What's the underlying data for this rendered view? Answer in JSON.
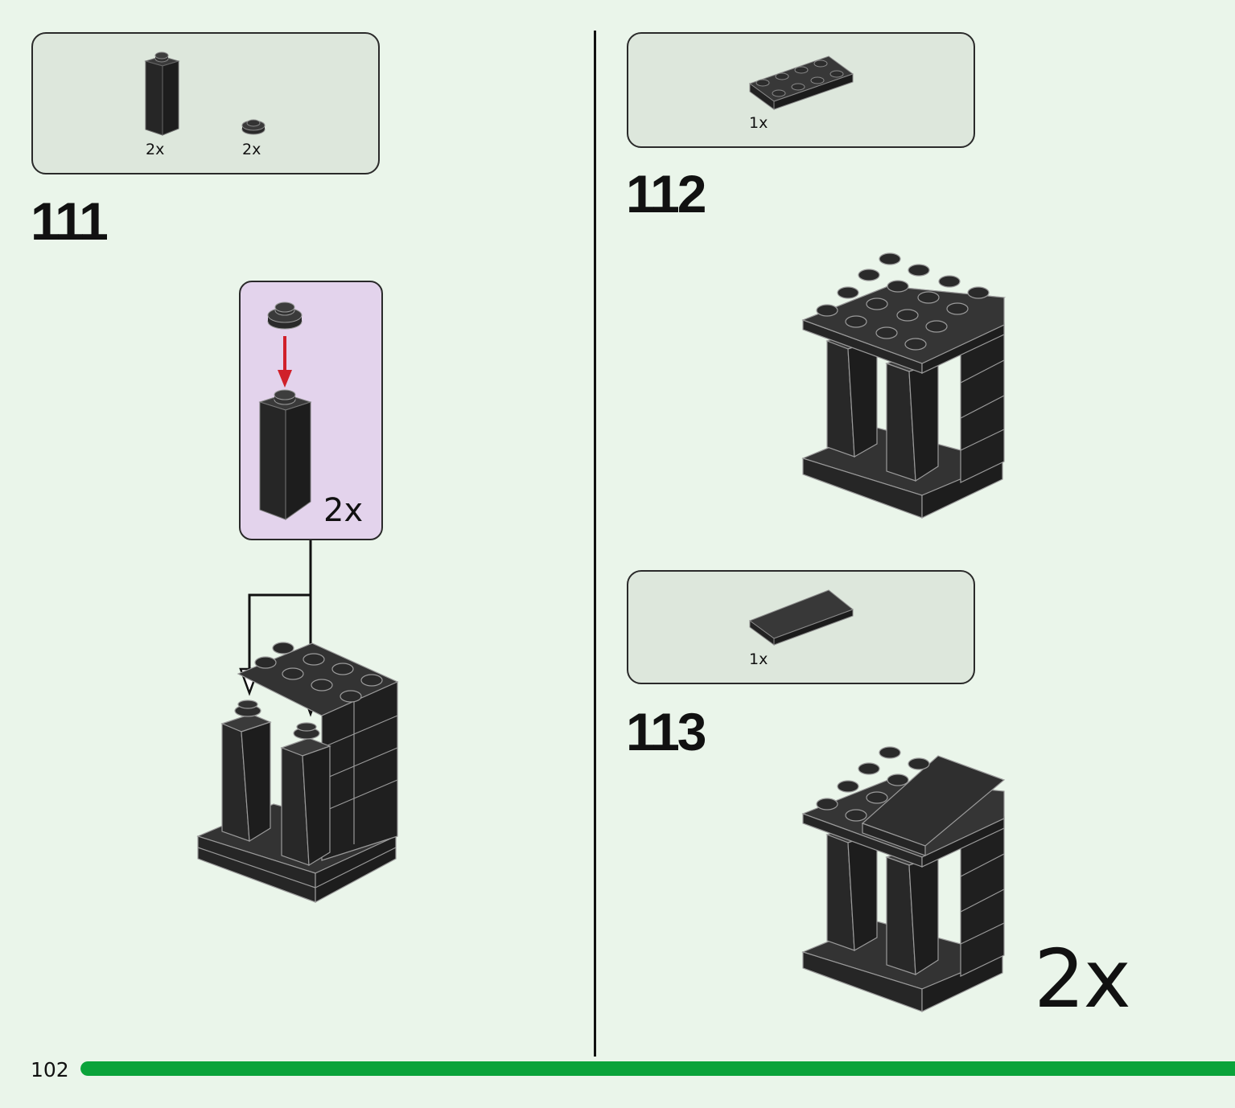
{
  "page_number": "102",
  "progress": {
    "fraction": 1.0,
    "color": "#0aa33a"
  },
  "colors": {
    "background": "#eaf5ea",
    "parts_panel": "#dde7dc",
    "subassembly_panel": "#e3d3ec",
    "brick": "#2b2b2b",
    "arrow_red": "#d0202a"
  },
  "steps": [
    {
      "number": "111",
      "parts": [
        {
          "icon": "brick-1x1x3-icon",
          "qty": "2x"
        },
        {
          "icon": "round-plate-1x1-icon",
          "qty": "2x"
        }
      ],
      "subassembly_multiplier": "2x"
    },
    {
      "number": "112",
      "parts": [
        {
          "icon": "plate-2x4-icon",
          "qty": "1x"
        }
      ]
    },
    {
      "number": "113",
      "parts": [
        {
          "icon": "tile-2x4-icon",
          "qty": "1x"
        }
      ],
      "build_multiplier": "2x"
    }
  ]
}
